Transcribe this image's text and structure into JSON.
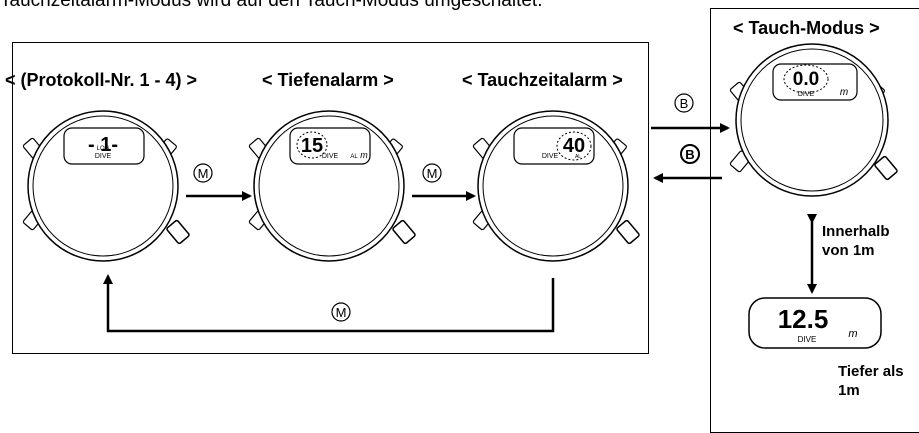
{
  "header": {
    "partial_text": "Tauchzeitalarm-Modus wird auf den Tauch-Modus umgeschaltet."
  },
  "left_panel": {
    "titles": [
      "< (Protokoll-Nr. 1 - 4) >",
      "< Tiefenalarm >",
      "< Tauchzeitalarm >"
    ]
  },
  "watch1": {
    "digits": "- 1-",
    "small_label": "LOG",
    "dive_label": "DIVE"
  },
  "watch2": {
    "digits": "15",
    "dive_label": "DIVE",
    "al_label": "AL",
    "unit": "m"
  },
  "watch3": {
    "digits": "40",
    "dive_label": "DIVE",
    "al_label": "AL"
  },
  "buttons": {
    "m1": "M",
    "m2": "M",
    "m_loop": "M",
    "b_to": "B",
    "b_back": "B"
  },
  "right_panel": {
    "title": "< Tauch-Modus >",
    "watch_digits": "0.0",
    "dive_label": "DIVE",
    "unit": "m",
    "within_label_1": "Innerhalb",
    "within_label_2": "von 1m",
    "display_digits": "12.5",
    "display_dive_label": "DIVE",
    "display_unit": "m",
    "deeper_label_1": "Tiefer als",
    "deeper_label_2": "1m"
  }
}
